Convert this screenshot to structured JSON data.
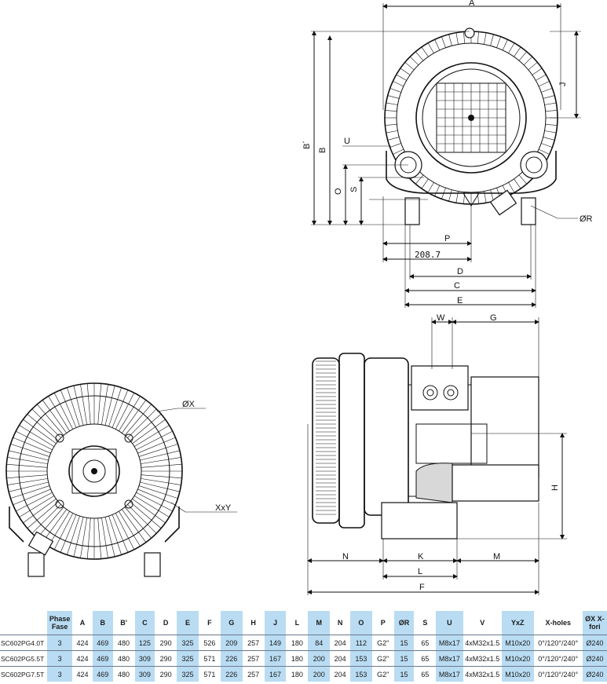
{
  "dimension_labels": {
    "A": "A",
    "B": "B",
    "B_prime": "B´",
    "O": "O",
    "S": "S",
    "U": "U",
    "J": "J",
    "R": "ØR",
    "P": "P",
    "offset": "208.7",
    "D": "D",
    "C": "C",
    "E": "E",
    "W": "W",
    "G": "G",
    "H": "H",
    "N": "N",
    "K": "K",
    "L": "L",
    "M": "M",
    "F": "F",
    "X": "ØX",
    "XxY": "XxY"
  },
  "table": {
    "headers": [
      {
        "label": "",
        "highlight": false
      },
      {
        "label": "Phase Fase",
        "highlight": true
      },
      {
        "label": "A",
        "highlight": false
      },
      {
        "label": "B",
        "highlight": true
      },
      {
        "label": "B'",
        "highlight": false
      },
      {
        "label": "C",
        "highlight": true
      },
      {
        "label": "D",
        "highlight": false
      },
      {
        "label": "E",
        "highlight": true
      },
      {
        "label": "F",
        "highlight": false
      },
      {
        "label": "G",
        "highlight": true
      },
      {
        "label": "H",
        "highlight": false
      },
      {
        "label": "J",
        "highlight": true
      },
      {
        "label": "L",
        "highlight": false
      },
      {
        "label": "M",
        "highlight": true
      },
      {
        "label": "N",
        "highlight": false
      },
      {
        "label": "O",
        "highlight": true
      },
      {
        "label": "P",
        "highlight": false
      },
      {
        "label": "ØR",
        "highlight": true
      },
      {
        "label": "S",
        "highlight": false
      },
      {
        "label": "U",
        "highlight": true
      },
      {
        "label": "V",
        "highlight": false
      },
      {
        "label": "YxZ",
        "highlight": true
      },
      {
        "label": "X-holes",
        "highlight": false
      },
      {
        "label": "ØX X-fori",
        "highlight": true
      }
    ],
    "rows": [
      [
        "SC602PG4.0T",
        "3",
        "424",
        "469",
        "480",
        "125",
        "290",
        "325",
        "526",
        "209",
        "257",
        "149",
        "180",
        "84",
        "204",
        "112",
        "G2\"",
        "15",
        "65",
        "M8x17",
        "4xM32x1.5",
        "M10x20",
        "0°/120°/240°",
        "Ø240"
      ],
      [
        "SC602PG5.5T",
        "3",
        "424",
        "469",
        "480",
        "309",
        "290",
        "325",
        "571",
        "226",
        "257",
        "167",
        "180",
        "200",
        "204",
        "153",
        "G2\"",
        "15",
        "65",
        "M8x17",
        "4xM32x1.5",
        "M10x20",
        "0°/120°/240°",
        "Ø240"
      ],
      [
        "SC602PG7.5T",
        "3",
        "424",
        "469",
        "480",
        "309",
        "290",
        "325",
        "571",
        "226",
        "257",
        "167",
        "180",
        "200",
        "204",
        "153",
        "G2\"",
        "15",
        "65",
        "M8x17",
        "4xM32x1.5",
        "M10x20",
        "0°/120°/240°",
        "Ø240"
      ]
    ]
  }
}
